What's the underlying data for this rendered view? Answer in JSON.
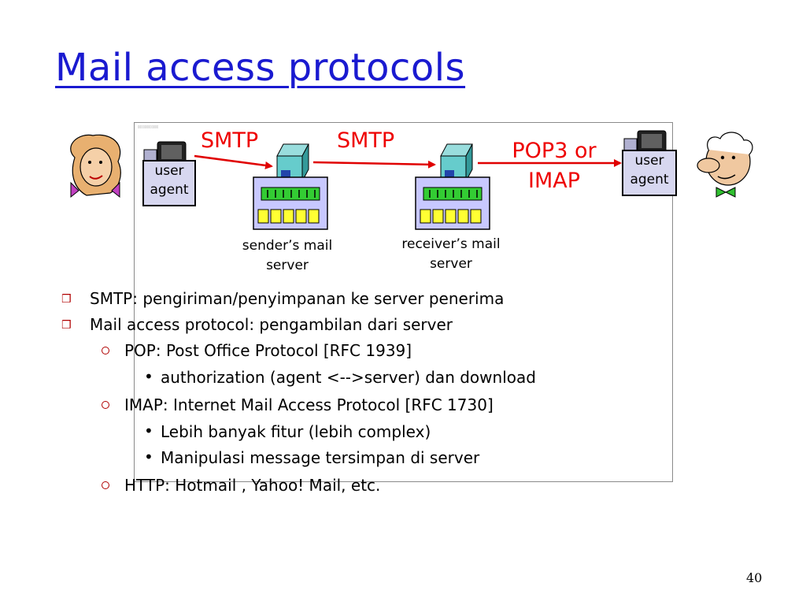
{
  "title": "Mail access protocols",
  "diagram": {
    "smtp_label_1": "SMTP",
    "smtp_label_2": "SMTP",
    "pop3_label_line1": "POP3 or",
    "pop3_label_line2": "IMAP",
    "user_agent_left_line1": "user",
    "user_agent_left_line2": "agent",
    "user_agent_right_line1": "user",
    "user_agent_right_line2": "agent",
    "sender_server_line1": "sender’s mail",
    "sender_server_line2": "server",
    "receiver_server_line1": "receiver’s mail",
    "receiver_server_line2": "server",
    "arrow_color": "#e00000",
    "label_color": "#e00000"
  },
  "bullets": [
    {
      "level": 1,
      "text": "SMTP: pengiriman/penyimpanan ke server penerima"
    },
    {
      "level": 1,
      "text": "Mail access protocol: pengambilan dari server"
    },
    {
      "level": 2,
      "text": "POP: Post Office Protocol [RFC 1939]"
    },
    {
      "level": 3,
      "text": "authorization (agent <-->server) dan download"
    },
    {
      "level": 2,
      "text": "IMAP: Internet Mail Access Protocol [RFC 1730]"
    },
    {
      "level": 3,
      "text": "Lebih banyak fitur (lebih complex)"
    },
    {
      "level": 3,
      "text": "Manipulasi message tersimpan di server"
    },
    {
      "level": 2,
      "text": "HTTP: Hotmail , Yahoo! Mail, etc."
    }
  ],
  "page_number": "40",
  "colors": {
    "title": "#1a1ad0",
    "bullet_marker": "#b00000",
    "user_agent_fill": "#d7d7f0",
    "server_teal": "#66cccc",
    "server_green": "#33cc33",
    "server_yellow": "#ffff33",
    "server_panel": "#c8c8ff"
  }
}
